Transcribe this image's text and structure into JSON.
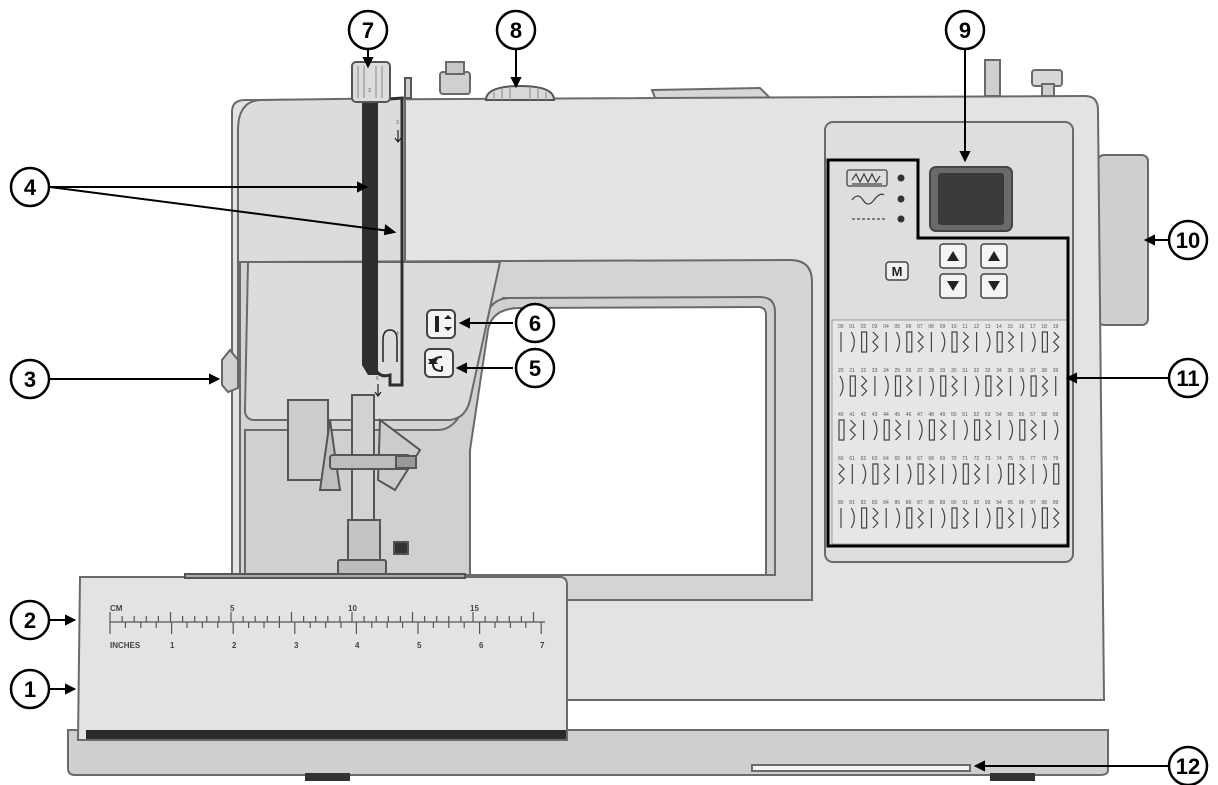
{
  "callouts": [
    {
      "id": "1",
      "label": "1"
    },
    {
      "id": "2",
      "label": "2"
    },
    {
      "id": "3",
      "label": "3"
    },
    {
      "id": "4",
      "label": "4"
    },
    {
      "id": "5",
      "label": "5"
    },
    {
      "id": "6",
      "label": "6"
    },
    {
      "id": "7",
      "label": "7"
    },
    {
      "id": "8",
      "label": "8"
    },
    {
      "id": "9",
      "label": "9"
    },
    {
      "id": "10",
      "label": "10"
    },
    {
      "id": "11",
      "label": "11"
    },
    {
      "id": "12",
      "label": "12"
    }
  ],
  "ruler": {
    "cm_label": "CM",
    "inch_label": "INCHES",
    "cm_marks": [
      "5",
      "10",
      "15"
    ],
    "inch_marks": [
      "1",
      "2",
      "3",
      "4",
      "5",
      "6",
      "7"
    ]
  },
  "tension_dial_value": "3",
  "thread_path_marks": [
    "3",
    "4",
    "6"
  ],
  "stitch_grid": {
    "row_start_numbers": [
      "00",
      "20",
      "40",
      "60",
      "80"
    ],
    "columns_per_row": 20
  },
  "mode_button_label": "M",
  "colors": {
    "body": "#e3e3e3",
    "body_dark": "#c9c9c9",
    "outline": "#6a6a6a",
    "screen": "#3a3a3a",
    "callout": "#000000"
  }
}
